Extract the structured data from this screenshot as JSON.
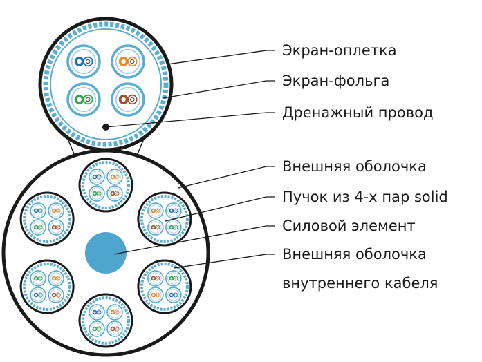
{
  "labels": {
    "braid_shield": "Экран-оплетка",
    "foil_shield": "Экран-фольга",
    "drain_wire": "Дренажный провод",
    "outer_jacket": "Внешняя оболочка",
    "bundle": "Пучок из 4-х пар solid",
    "strength_member": "Силовой элемент",
    "inner_jacket_line1": "Внешняя оболочка",
    "inner_jacket_line2": "внутреннего кабеля"
  },
  "colors": {
    "jacket": "#1a1a1a",
    "braid": "#5aaed1",
    "shield_ring": "#5aaed1",
    "strength_member": "#4ea6cf",
    "pair_blue": "#1f70b8",
    "pair_orange": "#e98a25",
    "pair_green": "#2ea84a",
    "pair_brown": "#a0522d",
    "conductor": "#ffffff"
  },
  "detail_pair_order": [
    "blue",
    "orange",
    "green",
    "brown"
  ]
}
